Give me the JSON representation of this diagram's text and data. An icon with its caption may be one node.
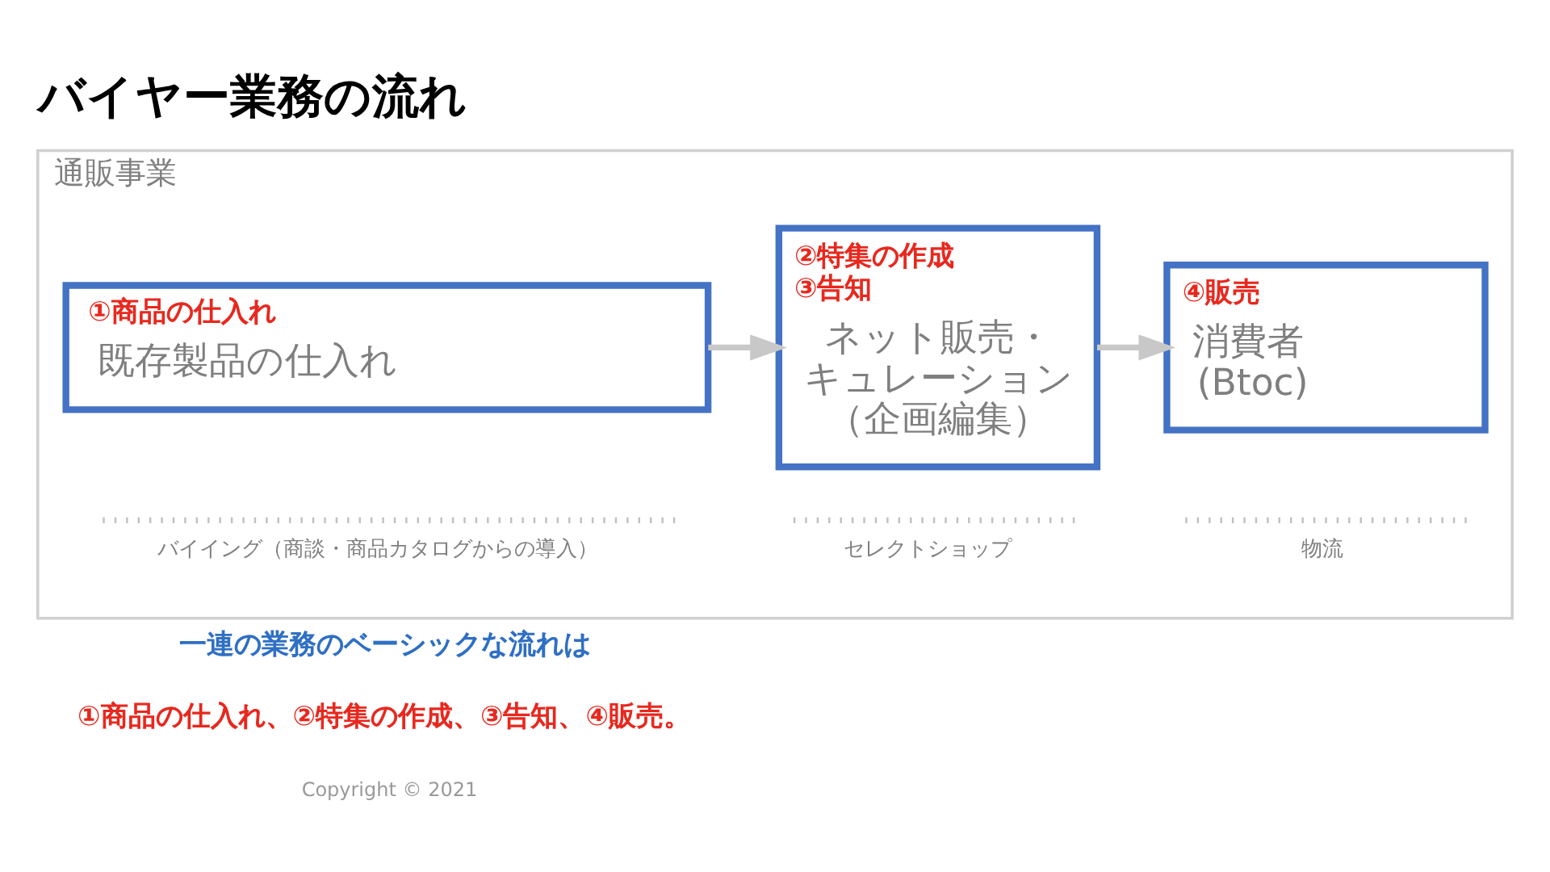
{
  "diagram": {
    "title": "バイヤー業務の流れ",
    "nodes": [
      {
        "text": [
          "通販事業"
        ]
      },
      {
        "text": [
          "①商品の仕入れ",
          "既存製品の仕入れ"
        ],
        "in": 0
      },
      {
        "text": [
          "②特集の作成",
          "③告知",
          "ネット販売・キュレーション（企画編集）"
        ],
        "in": 0
      },
      {
        "text": [
          "④販売",
          "消費者 (Btoc)"
        ],
        "in": 0
      }
    ],
    "edges": [
      {
        "from": 1,
        "to": 2,
        "arrow": "to"
      },
      {
        "from": 2,
        "to": 3,
        "arrow": "to"
      }
    ],
    "labels": [
      "バイイング（商談・商品カタログからの導入）",
      "セレクトショップ",
      "物流",
      "一連の業務のベーシックな流れは",
      "①商品の仕入れ、②特集の作成、③告知、④販売。",
      "Copyright © 2021"
    ]
  }
}
